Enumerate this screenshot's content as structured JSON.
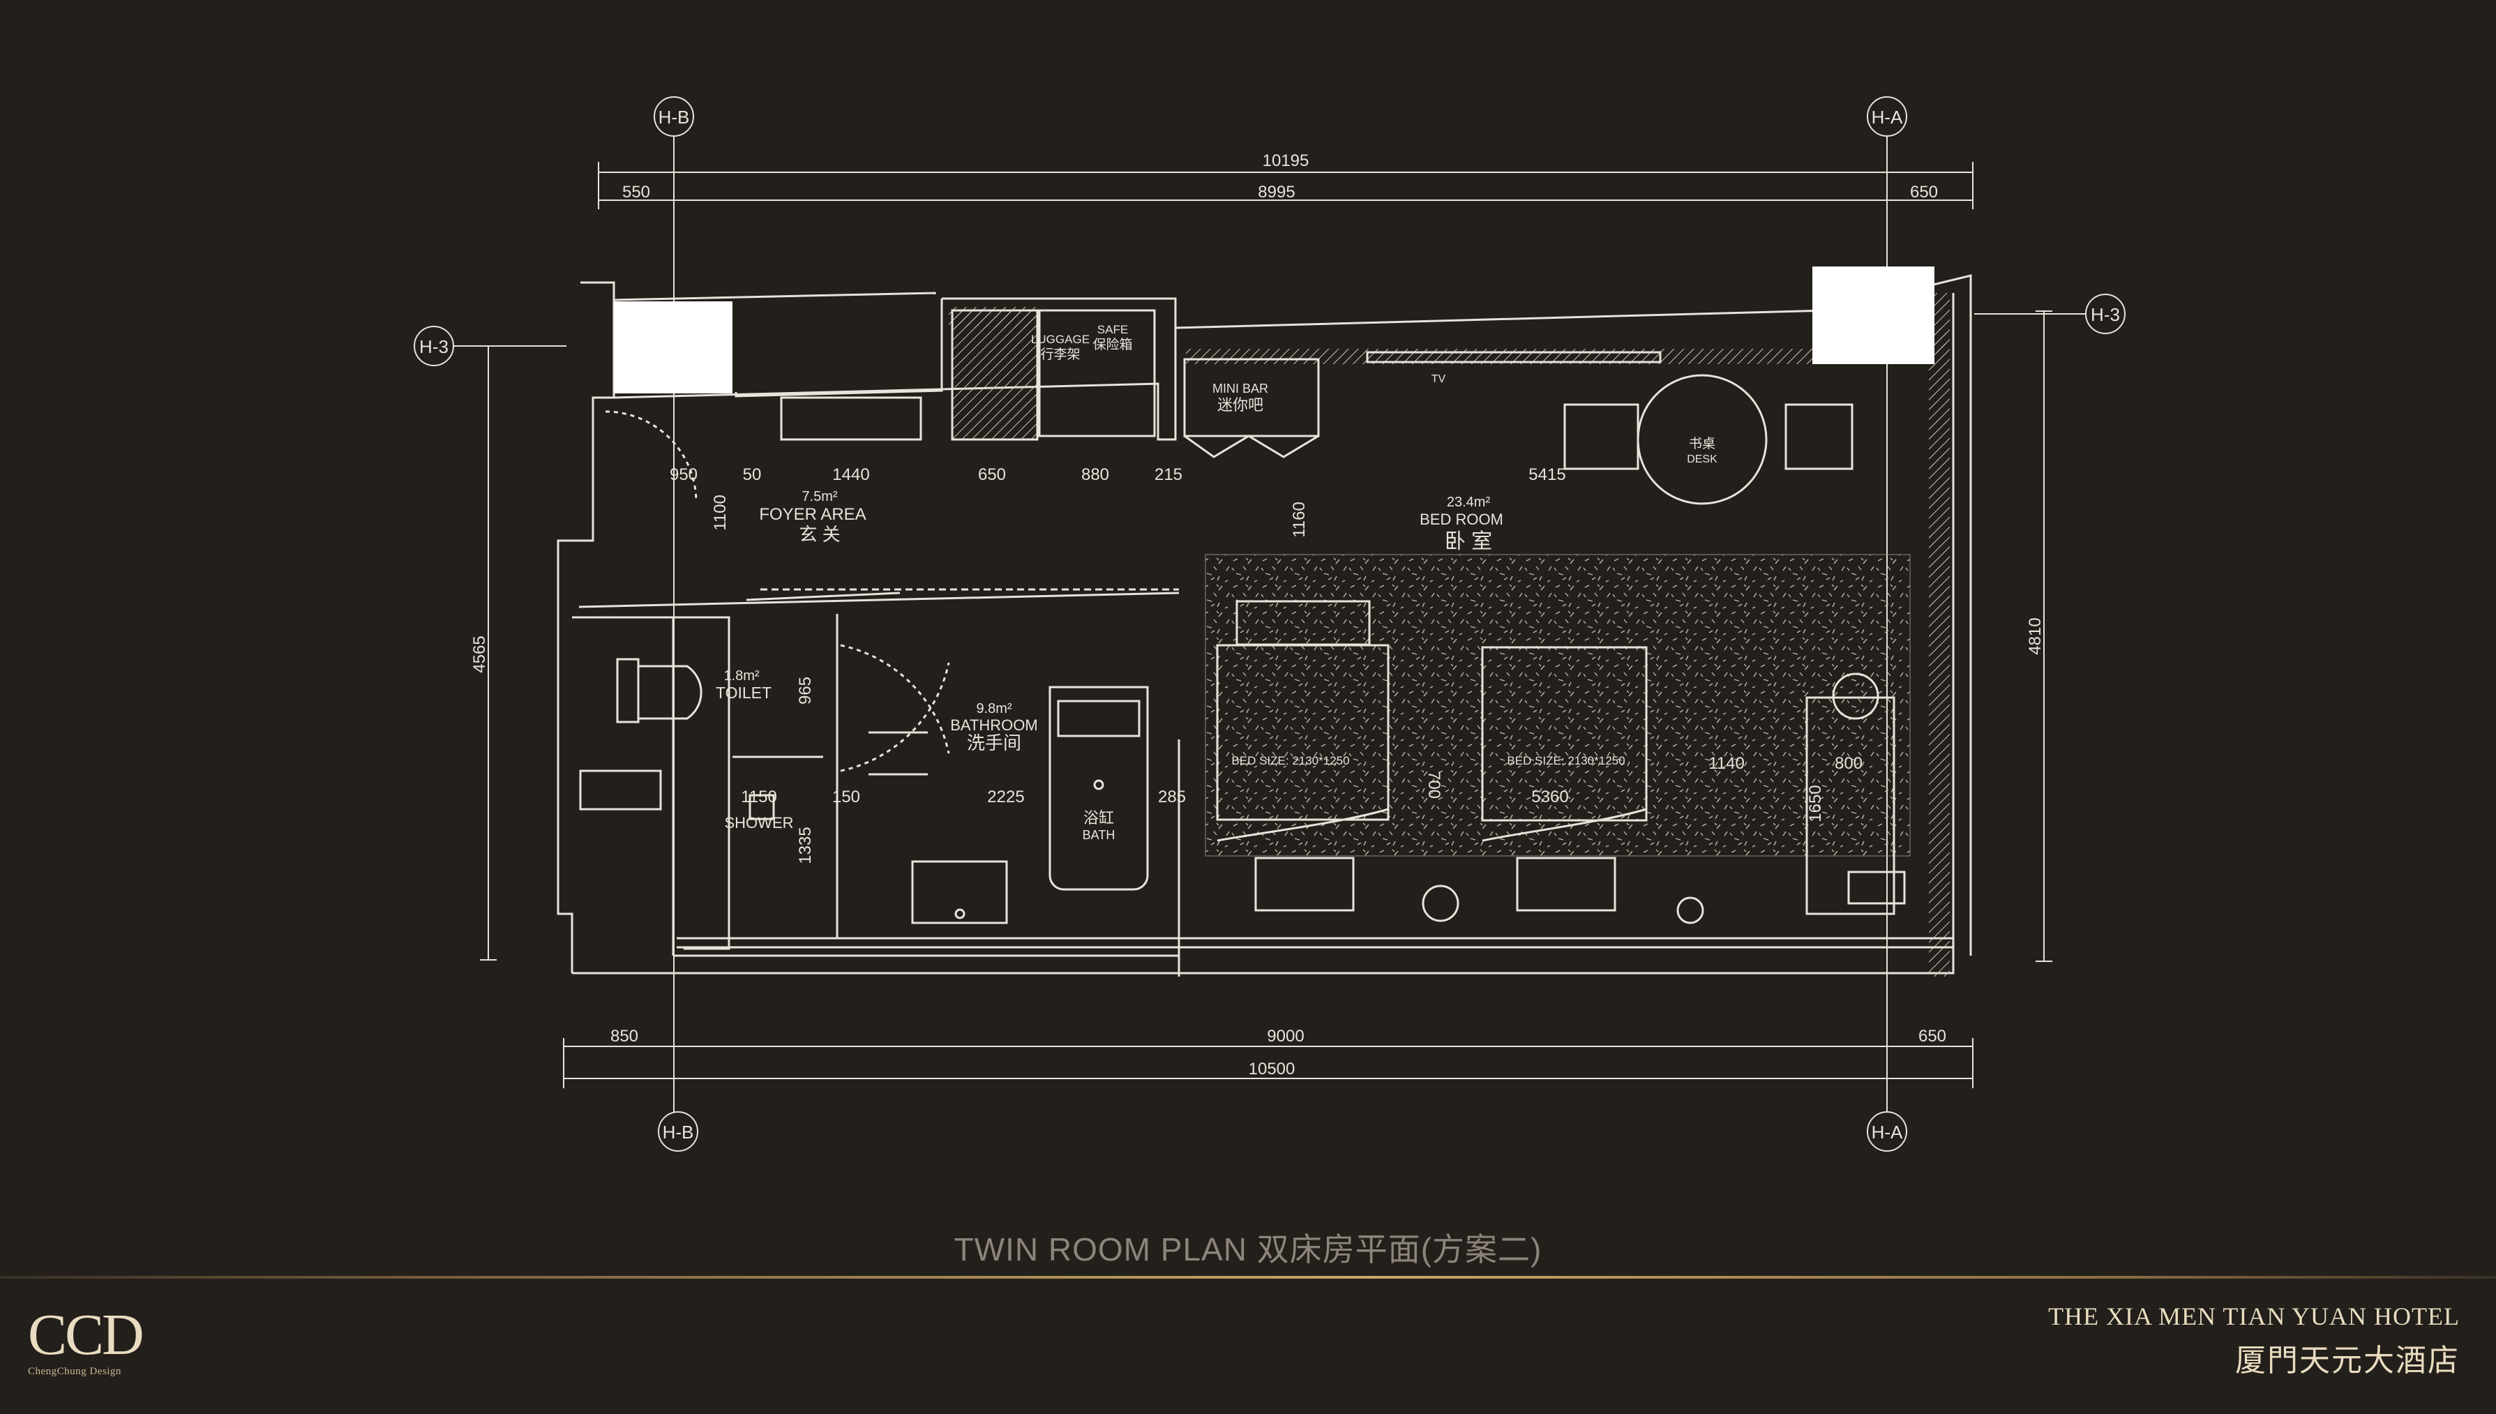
{
  "plan": {
    "grid_labels": {
      "hb": "H-B",
      "ha": "H-A",
      "h3": "H-3"
    },
    "dims_top": {
      "overall": "10195",
      "left": "550",
      "middle": "8995",
      "right": "650"
    },
    "dims_bottom": {
      "left": "850",
      "middle": "9000",
      "right": "650",
      "overall": "10500"
    },
    "dims_side": {
      "left": "4565",
      "right": "4810"
    },
    "dims_inner": {
      "d950": "950",
      "d50": "50",
      "d1440": "1440",
      "d650": "650",
      "d880": "880",
      "d215": "215",
      "d5415": "5415",
      "d1100": "1100",
      "d1160": "1160",
      "d965": "965",
      "d1150": "1150",
      "d150": "150",
      "d2225": "2225",
      "d285": "285",
      "d1335": "1335",
      "d700": "700",
      "d5360": "5360",
      "d1140": "1140",
      "d800": "800",
      "d1650": "1650"
    },
    "rooms": {
      "foyer_area": "7.5m²",
      "foyer_en": "FOYER AREA",
      "foyer_cn": "玄 关",
      "toilet_area": "1.8m²",
      "toilet_en": "TOILET",
      "bath_area": "9.8m²",
      "bath_en": "BATHROOM",
      "bath_cn": "洗手间",
      "bed_area": "23.4m²",
      "bed_en": "BED ROOM",
      "bed_cn": "卧 室",
      "shower_en": "SHOWER",
      "tub_cn": "浴缸",
      "tub_en": "BATH",
      "minibar_en": "MINI BAR",
      "minibar_cn": "迷你吧",
      "luggage_en": "LUGGAGE",
      "luggage_cn": "行李架",
      "safe_en": "SAFE",
      "safe_cn": "保险箱",
      "desk_cn": "书桌",
      "desk_en": "DESK",
      "tv": "TV",
      "bed1": "BED  SIZE: 2130*1250",
      "bed2": "BED  SIZE: 2130*1250"
    }
  },
  "caption": "TWIN ROOM PLAN 双床房平面(方案二)",
  "logo": {
    "main": "CCD",
    "sub": "ChengChung Design"
  },
  "hotel": {
    "name_en": "THE XIA MEN TIAN YUAN HOTEL",
    "name_cn": "厦門天元大酒店"
  },
  "colors": {
    "background": "#231f1b",
    "lines": "#e8e4dc",
    "accent_gold": "#c8a766"
  }
}
